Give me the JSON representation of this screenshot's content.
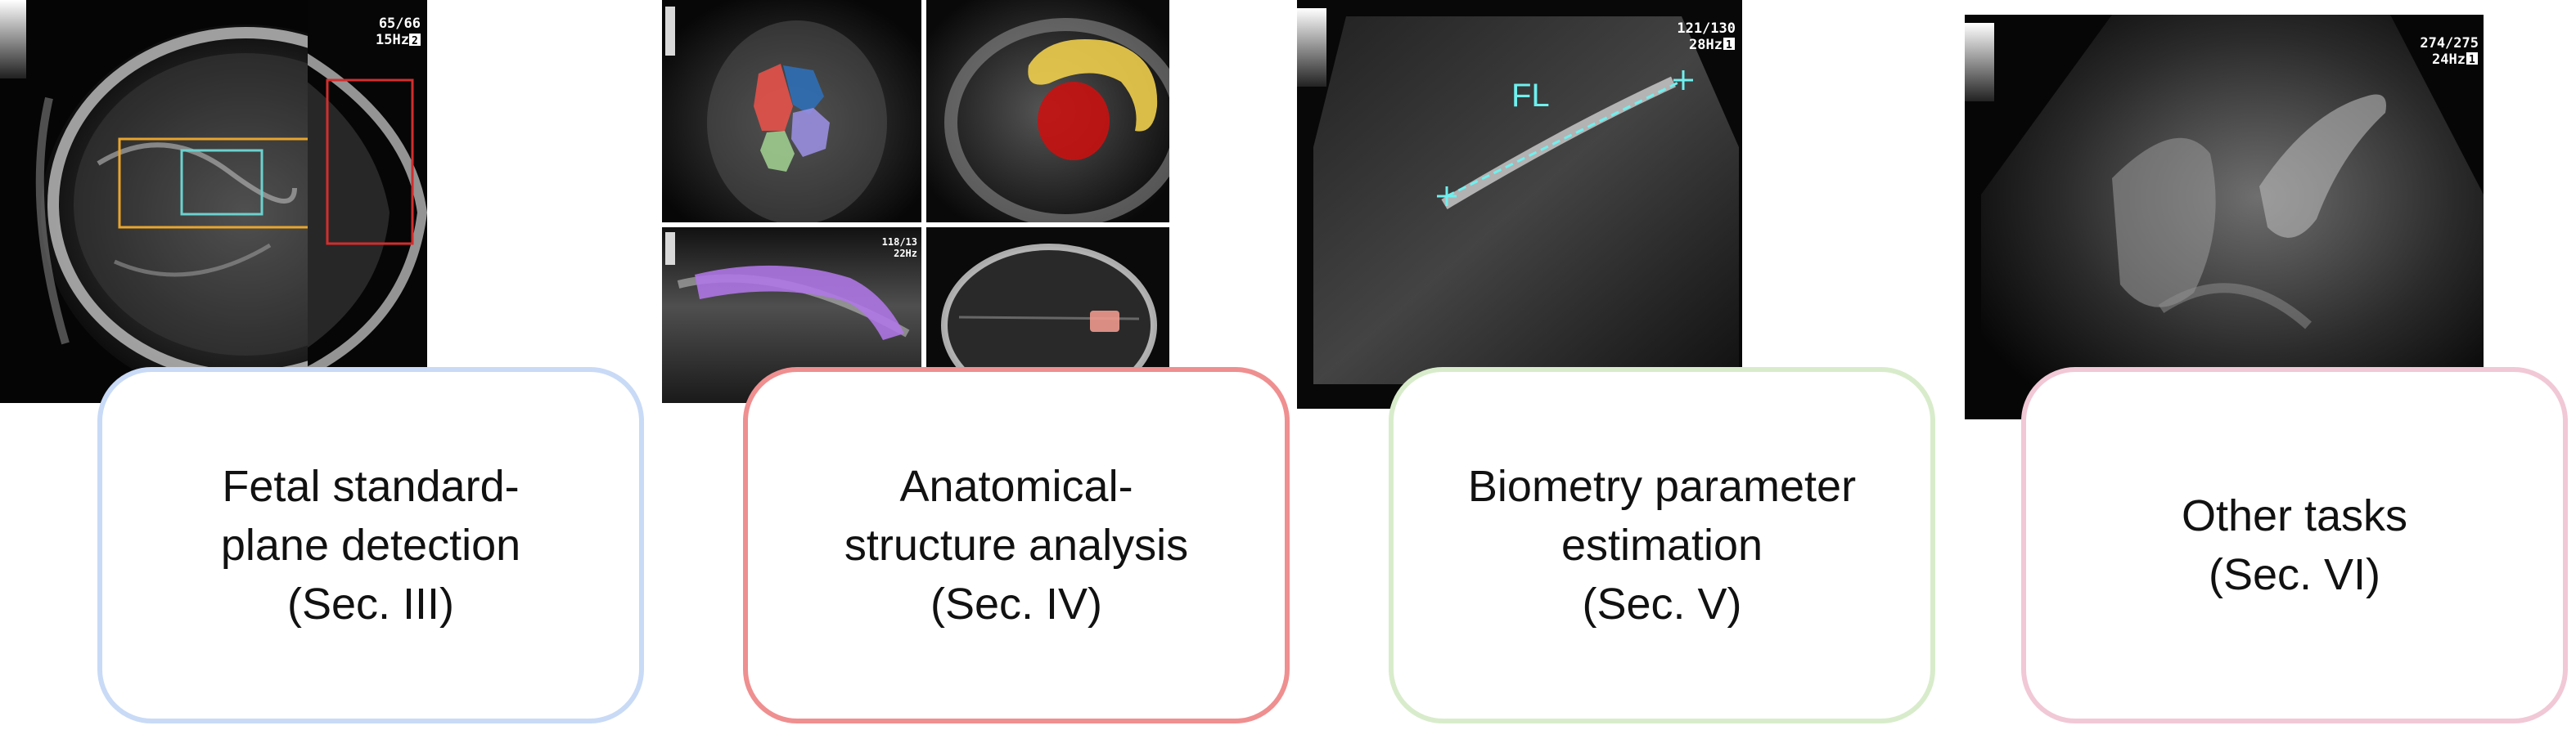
{
  "figure": {
    "cards": [
      {
        "lines": [
          "Fetal standard-",
          "plane detection",
          "(Sec. III)"
        ],
        "border_color": "#c8daf6"
      },
      {
        "lines": [
          "Anatomical-",
          "structure analysis",
          "(Sec. IV)"
        ],
        "border_color": "#ef8f90"
      },
      {
        "lines": [
          "Biometry parameter",
          "estimation",
          "(Sec. V)"
        ],
        "border_color": "#d8eccb"
      },
      {
        "lines": [
          "Other tasks",
          "(Sec. VI)"
        ],
        "border_color": "#f1c8d6"
      }
    ],
    "panel_overlays": {
      "detection": {
        "frame_counter": "65/66",
        "frame_rate": "15Hz",
        "box_colors": [
          "#e9a52c",
          "#6bd1cf",
          "#d32d2d"
        ]
      },
      "segmentation": {
        "frame_counter": "118/13",
        "frame_rate": "22Hz",
        "mask_colors": [
          "#e8524a",
          "#2f6fb8",
          "#9b8fe3",
          "#9fcf8f",
          "#f4d34d",
          "#cc1010",
          "#b176e8",
          "#f29c8f"
        ]
      },
      "biometry": {
        "frame_counter": "121/130",
        "frame_rate": "28Hz",
        "measurement_label": "FL",
        "caliper_color": "#6ff0ee"
      },
      "other": {
        "frame_counter": "274/275",
        "frame_rate": "24Hz"
      }
    }
  }
}
